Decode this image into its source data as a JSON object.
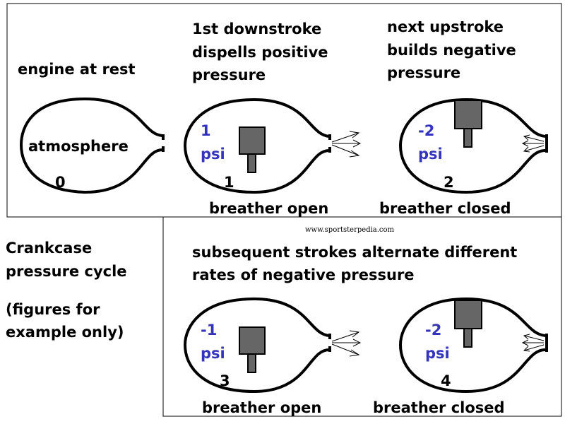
{
  "panels": [
    {
      "title_lines": [
        "engine at rest"
      ],
      "inner_label": "atmosphere",
      "step_number": "0",
      "breather": ""
    },
    {
      "title_lines": [
        "1st downstroke",
        "dispells positive",
        "pressure"
      ],
      "pressure_value": "1",
      "pressure_unit": "psi",
      "step_number": "1",
      "breather": "breather open"
    },
    {
      "title_lines": [
        "next upstroke",
        "builds negative",
        "pressure"
      ],
      "pressure_value": "-2",
      "pressure_unit": "psi",
      "step_number": "2",
      "breather": "breather closed"
    },
    {
      "pressure_value": "-1",
      "pressure_unit": "psi",
      "step_number": "3",
      "breather": "breather open"
    },
    {
      "pressure_value": "-2",
      "pressure_unit": "psi",
      "step_number": "4",
      "breather": "breather closed"
    }
  ],
  "lower_title_lines": [
    "subsequent strokes alternate different",
    "rates of negative pressure"
  ],
  "side_title_lines": [
    "Crankcase",
    "pressure cycle"
  ],
  "side_note_lines": [
    "(figures for",
    "example only)"
  ],
  "watermark": "www.sportsterpedia.com",
  "colors": {
    "pressure_text": "#3333bb",
    "piston_fill": "#666666",
    "line": "#000000"
  }
}
